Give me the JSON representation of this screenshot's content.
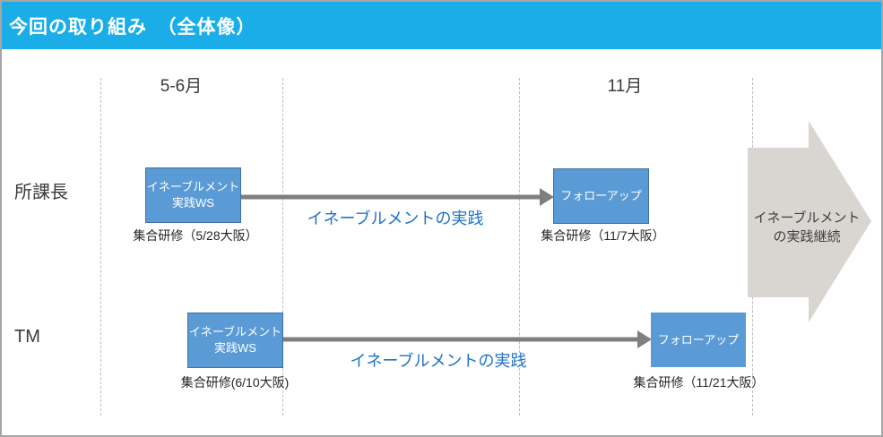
{
  "header": {
    "title": "今回の取り組み　（全体像）"
  },
  "timeline": {
    "columns": [
      {
        "label": "5-6月"
      },
      {
        "label": "11月"
      }
    ]
  },
  "rows": [
    {
      "label": "所課長",
      "ws_box": {
        "line1": "イネーブルメント",
        "line2": "実践WS"
      },
      "ws_caption": "集合研修（5/28大阪）",
      "arrow_label": "イネーブルメントの実践",
      "followup_box": {
        "label": "フォローアップ"
      },
      "followup_caption": "集合研修（11/7大阪）"
    },
    {
      "label": "TM",
      "ws_box": {
        "line1": "イネーブルメント",
        "line2": "実践WS"
      },
      "ws_caption": "集合研修(6/10大阪)",
      "arrow_label": "イネーブルメントの実践",
      "followup_box": {
        "label": "フォローアップ"
      },
      "followup_caption": "集合研修（11/21大阪）"
    }
  ],
  "right_arrow": {
    "line1": "イネーブルメント",
    "line2": "の実践継続"
  },
  "colors": {
    "header_bg": "#1BADE8",
    "box_fill": "#5B9BD5",
    "box_border": "#41719C",
    "connector_gray": "#7F7F7F",
    "big_arrow_fill": "#D9D6D2",
    "practice_label_blue": "#1F72C8",
    "outer_border": "#A6A6A6"
  }
}
